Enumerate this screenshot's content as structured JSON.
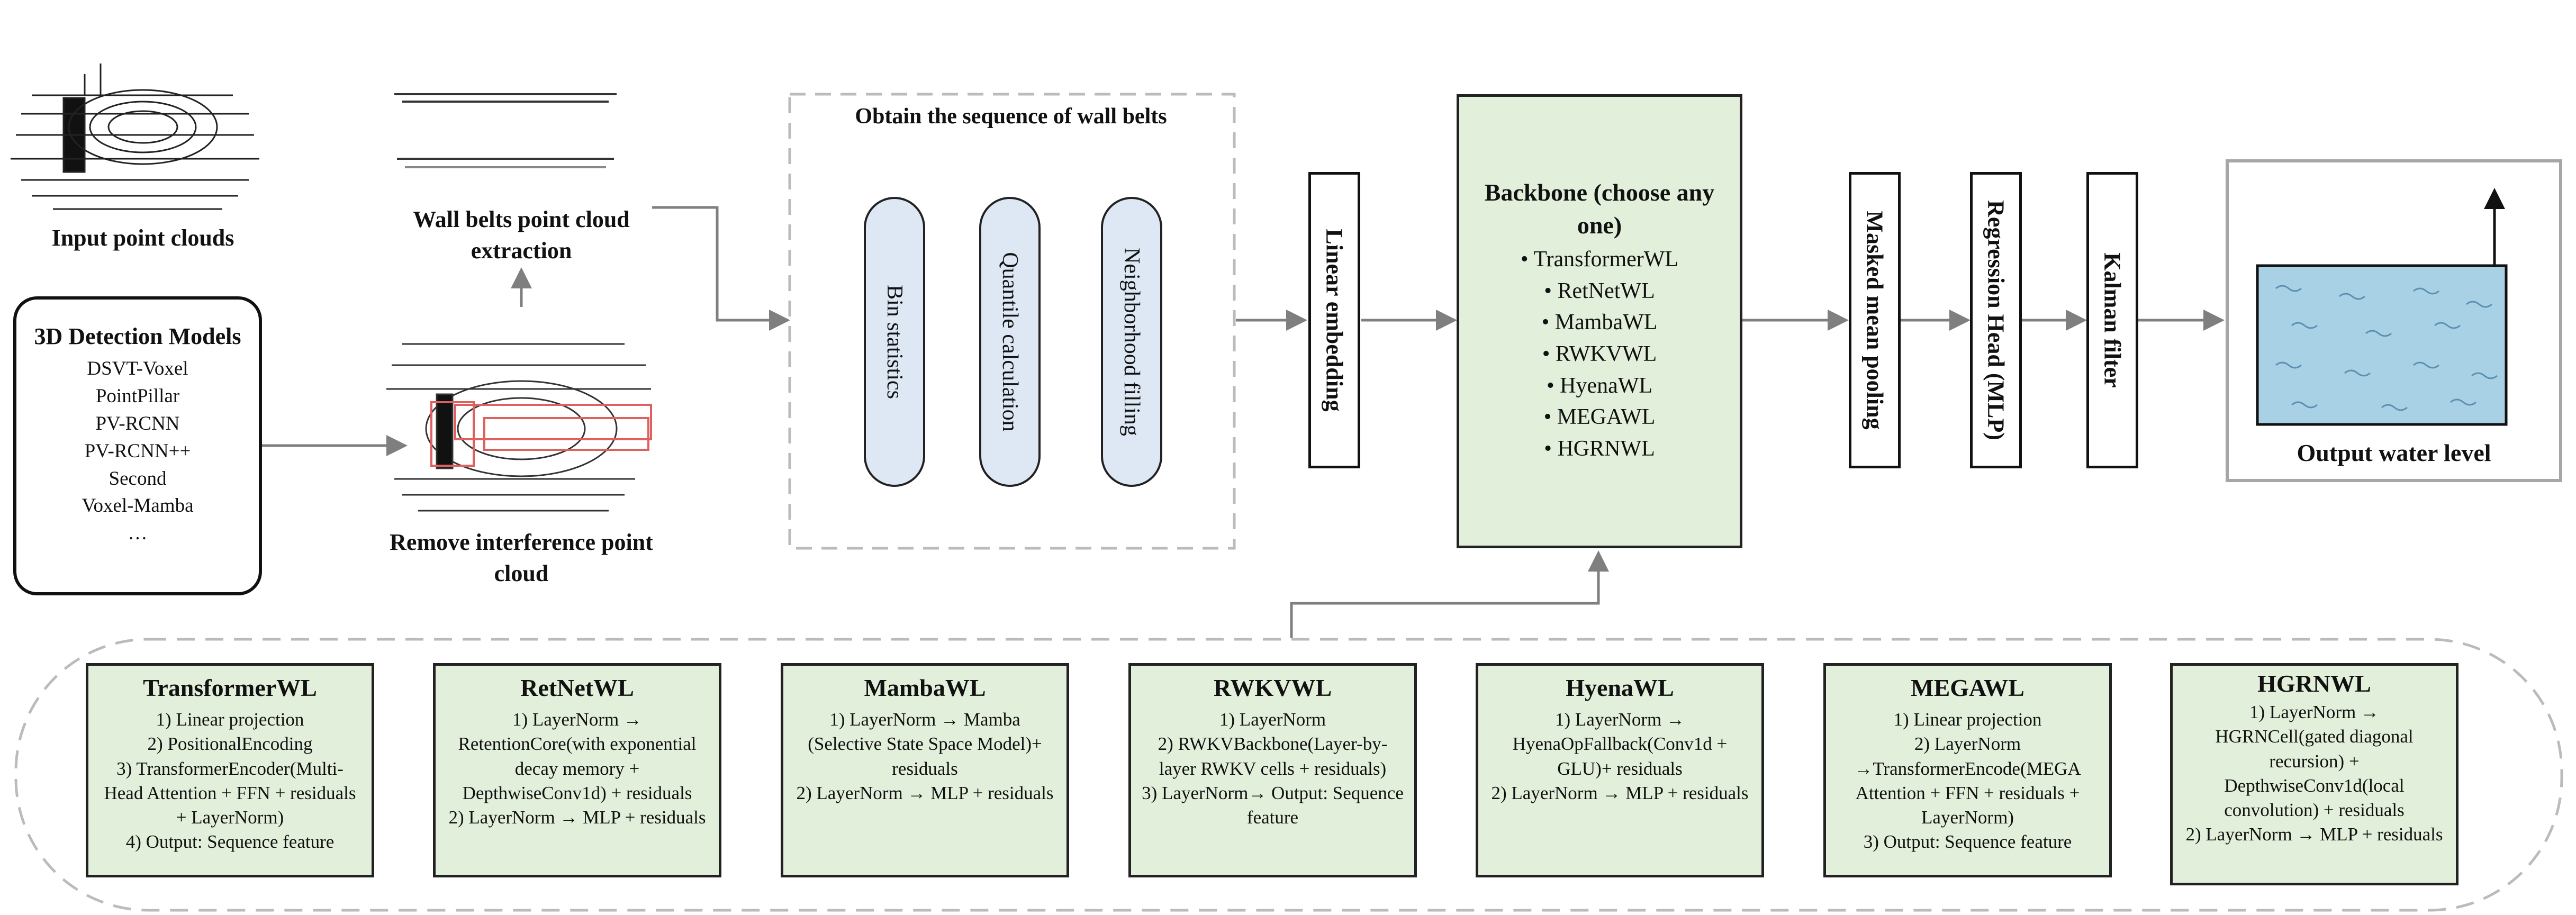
{
  "input": {
    "label": "Input point clouds"
  },
  "detection": {
    "title": "3D Detection Models",
    "models": [
      "DSVT-Voxel",
      "PointPillar",
      "PV-RCNN",
      "PV-RCNN++",
      "Second",
      "Voxel-Mamba",
      "…"
    ]
  },
  "wall_extraction": {
    "label": "Wall belts point cloud extraction"
  },
  "remove_interference": {
    "label": "Remove interference point cloud"
  },
  "sequence": {
    "title": "Obtain the sequence of wall belts",
    "steps": [
      "Bin statistics",
      "Quantile calculation",
      "Neighborhood filling"
    ]
  },
  "linear_embedding": {
    "label": "Linear embedding"
  },
  "backbone": {
    "title": "Backbone (choose any one)",
    "options": [
      "• TransformerWL",
      "• RetNetWL",
      "• MambaWL",
      "• RWKVWL",
      "• HyenaWL",
      "• MEGAWL",
      "• HGRNWL"
    ]
  },
  "masked_pooling": {
    "label": "Masked mean pooling"
  },
  "regression_head": {
    "label": "Regression Head (MLP)"
  },
  "kalman": {
    "label": "Kalman filter"
  },
  "output": {
    "label": "Output water level"
  },
  "colors": {
    "green_fill": "#e2efda",
    "blue_fill": "#dde8f4",
    "water": "#a9d1e6",
    "arrow": "#7f7f7f"
  },
  "modules": [
    {
      "title": "TransformerWL",
      "body": "1) Linear projection\n2) PositionalEncoding\n3) TransformerEncoder(Multi-Head Attention + FFN + residuals + LayerNorm)\n4) Output: Sequence feature"
    },
    {
      "title": "RetNetWL",
      "body": "1) LayerNorm →\nRetentionCore(with exponential decay memory + DepthwiseConv1d) + residuals\n2) LayerNorm → MLP + residuals"
    },
    {
      "title": "MambaWL",
      "body": "1) LayerNorm → Mamba (Selective State Space Model)+ residuals\n2) LayerNorm → MLP + residuals"
    },
    {
      "title": "RWKVWL",
      "body": "1) LayerNorm\n2) RWKVBackbone(Layer-by-layer RWKV cells + residuals)\n3) LayerNorm→ Output: Sequence feature"
    },
    {
      "title": "HyenaWL",
      "body": "1) LayerNorm →\nHyenaOpFallback(Conv1d + GLU)+ residuals\n2) LayerNorm → MLP + residuals"
    },
    {
      "title": "MEGAWL",
      "body": "1) Linear projection\n2) LayerNorm →TransformerEncode(MEGA Attention + FFN + residuals + LayerNorm)\n3) Output: Sequence feature"
    },
    {
      "title": "HGRNWL",
      "body": "1) LayerNorm →\nHGRNCell(gated diagonal recursion) + DepthwiseConv1d(local convolution) + residuals\n2) LayerNorm → MLP + residuals"
    }
  ]
}
